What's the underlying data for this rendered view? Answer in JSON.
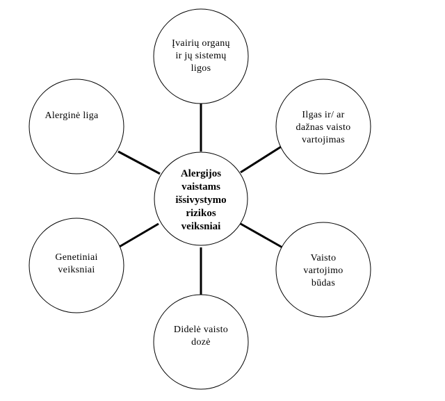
{
  "center": {
    "lines": [
      "Alergijos",
      "vaistams",
      "išsivystymo",
      "rizikos",
      "veiksniai"
    ]
  },
  "nodes": [
    {
      "id": "top",
      "lines": [
        "Įvairių organų",
        "ir jų sistemų",
        "ligos"
      ]
    },
    {
      "id": "upper-right",
      "lines": [
        "Ilgas ir/ ar",
        "dažnas vaisto",
        "vartojimas"
      ]
    },
    {
      "id": "lower-right",
      "lines": [
        "Vaisto",
        "vartojimo",
        "būdas"
      ]
    },
    {
      "id": "bottom",
      "lines": [
        "Didelė vaisto",
        "dozė"
      ]
    },
    {
      "id": "lower-left",
      "lines": [
        "Genetiniai",
        "veiksniai"
      ]
    },
    {
      "id": "upper-left",
      "lines": [
        "Alerginė liga"
      ]
    }
  ],
  "colors": {
    "stroke": "#000000",
    "background": "#ffffff"
  }
}
